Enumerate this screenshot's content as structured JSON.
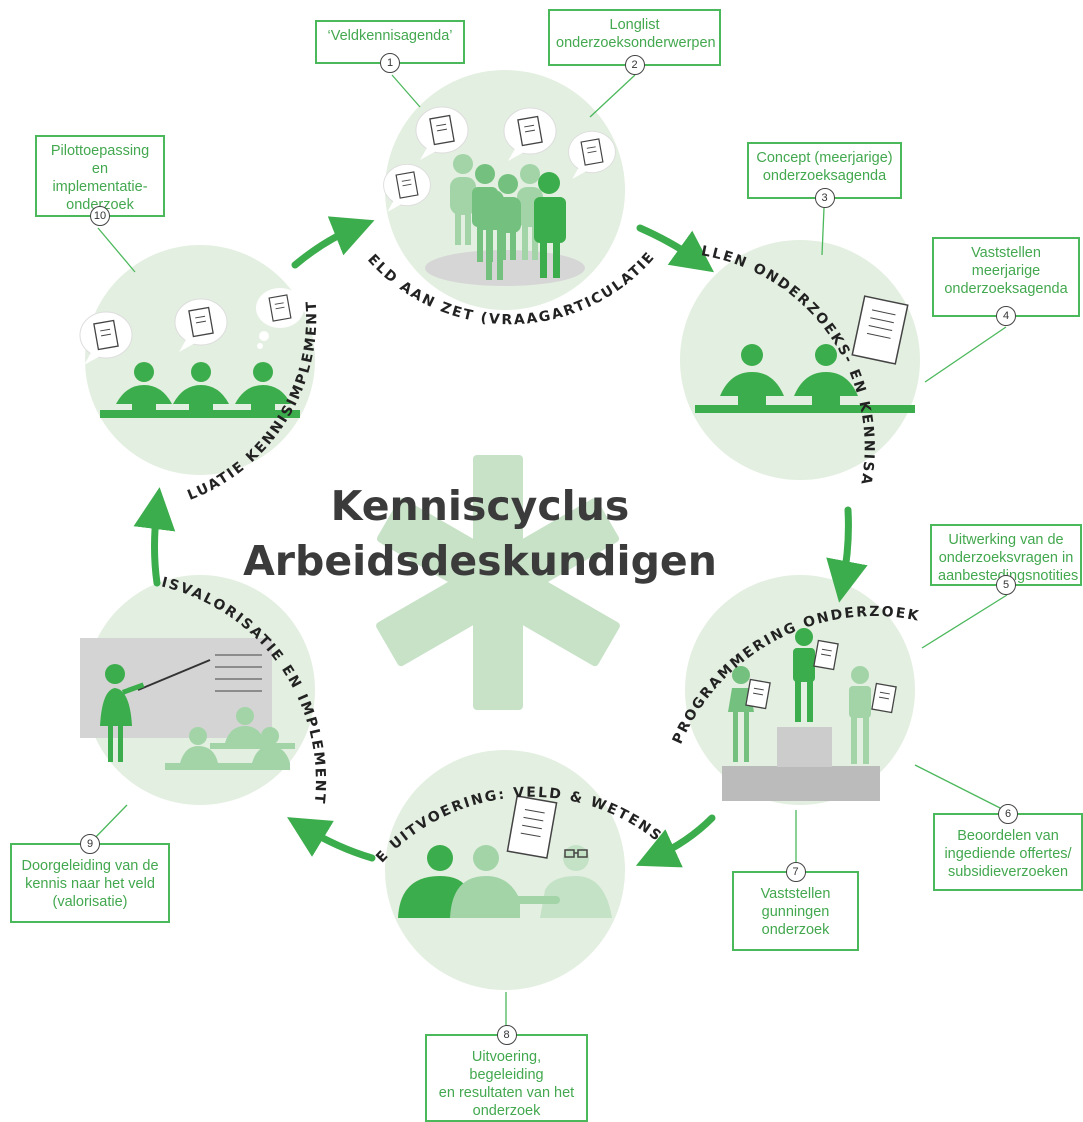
{
  "title": {
    "line1": "Kenniscyclus",
    "line2": "Arbeidsdeskundigen"
  },
  "phases": [
    {
      "id": "p1",
      "label": "VELD AAN ZET (VRAAGARTICULATIE)"
    },
    {
      "id": "p2",
      "label": "OPSTELLEN ONDERZOEKS- EN KENNISAGENDA"
    },
    {
      "id": "p3",
      "label": "PROGRAMMERING ONDERZOEK"
    },
    {
      "id": "p4",
      "label": "DUALE UITVOERING: VELD & WETENSCHAP"
    },
    {
      "id": "p5",
      "label": "KENNISVALORISATIE EN IMPLEMENTATIE"
    },
    {
      "id": "p6",
      "label": "EVALUATIE KENNISIMPLEMENTATIE"
    }
  ],
  "steps": [
    {
      "number": "1",
      "text": "‘Veldkennisagenda’"
    },
    {
      "number": "2",
      "text": "Longlist\nonderzoeksonderwerpen"
    },
    {
      "number": "3",
      "text": "Concept (meerjarige)\nonderzoeksagenda"
    },
    {
      "number": "4",
      "text": "Vaststellen\nmeerjarige\nonderzoeksagenda"
    },
    {
      "number": "5",
      "text": "Uitwerking van de\nonderzoeksvragen in\naanbestedingsnotities"
    },
    {
      "number": "6",
      "text": "Beoordelen van\ningediende offertes/\nsubsidieverzoeken"
    },
    {
      "number": "7",
      "text": "Vaststellen\ngunningen\nonderzoek"
    },
    {
      "number": "8",
      "text": "Uitvoering, begeleiding\nen resultaten van het\nonderzoek"
    },
    {
      "number": "9",
      "text": "Doorgeleiding van de\nkennis naar het veld\n(valorisatie)"
    },
    {
      "number": "10",
      "text": "Pilottoepassing\nen implementatie-\nonderzoek"
    }
  ],
  "colors": {
    "green_dark": "#3cad4c",
    "green_mid": "#74c07e",
    "green_light": "#a3d4a8",
    "circle_fill": "#e3efe0",
    "asterisk": "#c8e2c8",
    "text_dark": "#3b3b3b",
    "gray": "#bbbbbb"
  },
  "icons": [
    "speech-bubble-document-icon",
    "people-group-icon",
    "meeting-table-icon",
    "podium-icon",
    "presentation-board-icon",
    "handshake-icon"
  ]
}
